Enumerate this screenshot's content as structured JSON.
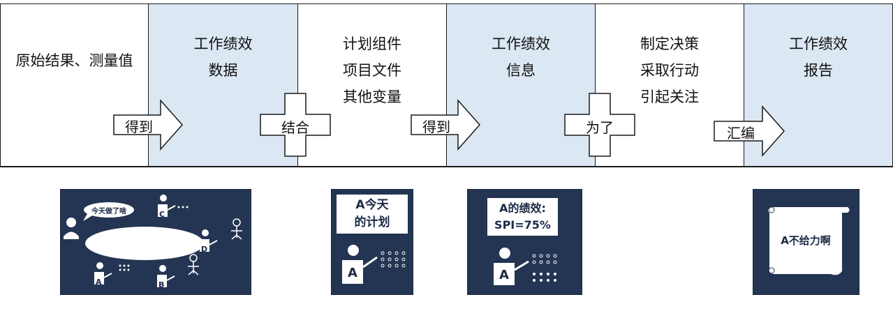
{
  "columns": [
    {
      "id": "raw",
      "lines": [
        "原始结果、测量值"
      ],
      "shaded": false
    },
    {
      "id": "wpd",
      "lines": [
        "工作绩效",
        "数据"
      ],
      "shaded": true
    },
    {
      "id": "inputs",
      "lines": [
        "计划组件",
        "项目文件",
        "其他变量"
      ],
      "shaded": false
    },
    {
      "id": "wpi",
      "lines": [
        "工作绩效",
        "信息"
      ],
      "shaded": true
    },
    {
      "id": "actions",
      "lines": [
        "制定决策",
        "采取行动",
        "引起关注"
      ],
      "shaded": false
    },
    {
      "id": "wpr",
      "lines": [
        "工作绩效",
        "报告"
      ],
      "shaded": true
    }
  ],
  "connectors": [
    {
      "type": "arrow",
      "label": "得到"
    },
    {
      "type": "plus",
      "label": "结合"
    },
    {
      "type": "arrow",
      "label": "得到"
    },
    {
      "type": "plus",
      "label": "为了"
    },
    {
      "type": "arrow",
      "label": "汇编"
    }
  ],
  "illustrations": {
    "meeting": {
      "bubble": "今天做了啥",
      "people": [
        "A",
        "B",
        "C",
        "D"
      ]
    },
    "plan_board": {
      "lines": [
        "A今天",
        "的计划"
      ],
      "person": "A"
    },
    "performance_board": {
      "lines": [
        "A的绩效:",
        "SPI=75%"
      ],
      "person": "A"
    },
    "report_scroll": {
      "text": "A不给力啊"
    }
  },
  "colors": {
    "shade": "#dbe7f3",
    "card_bg": "#243553",
    "line": "#1a1a1a"
  }
}
